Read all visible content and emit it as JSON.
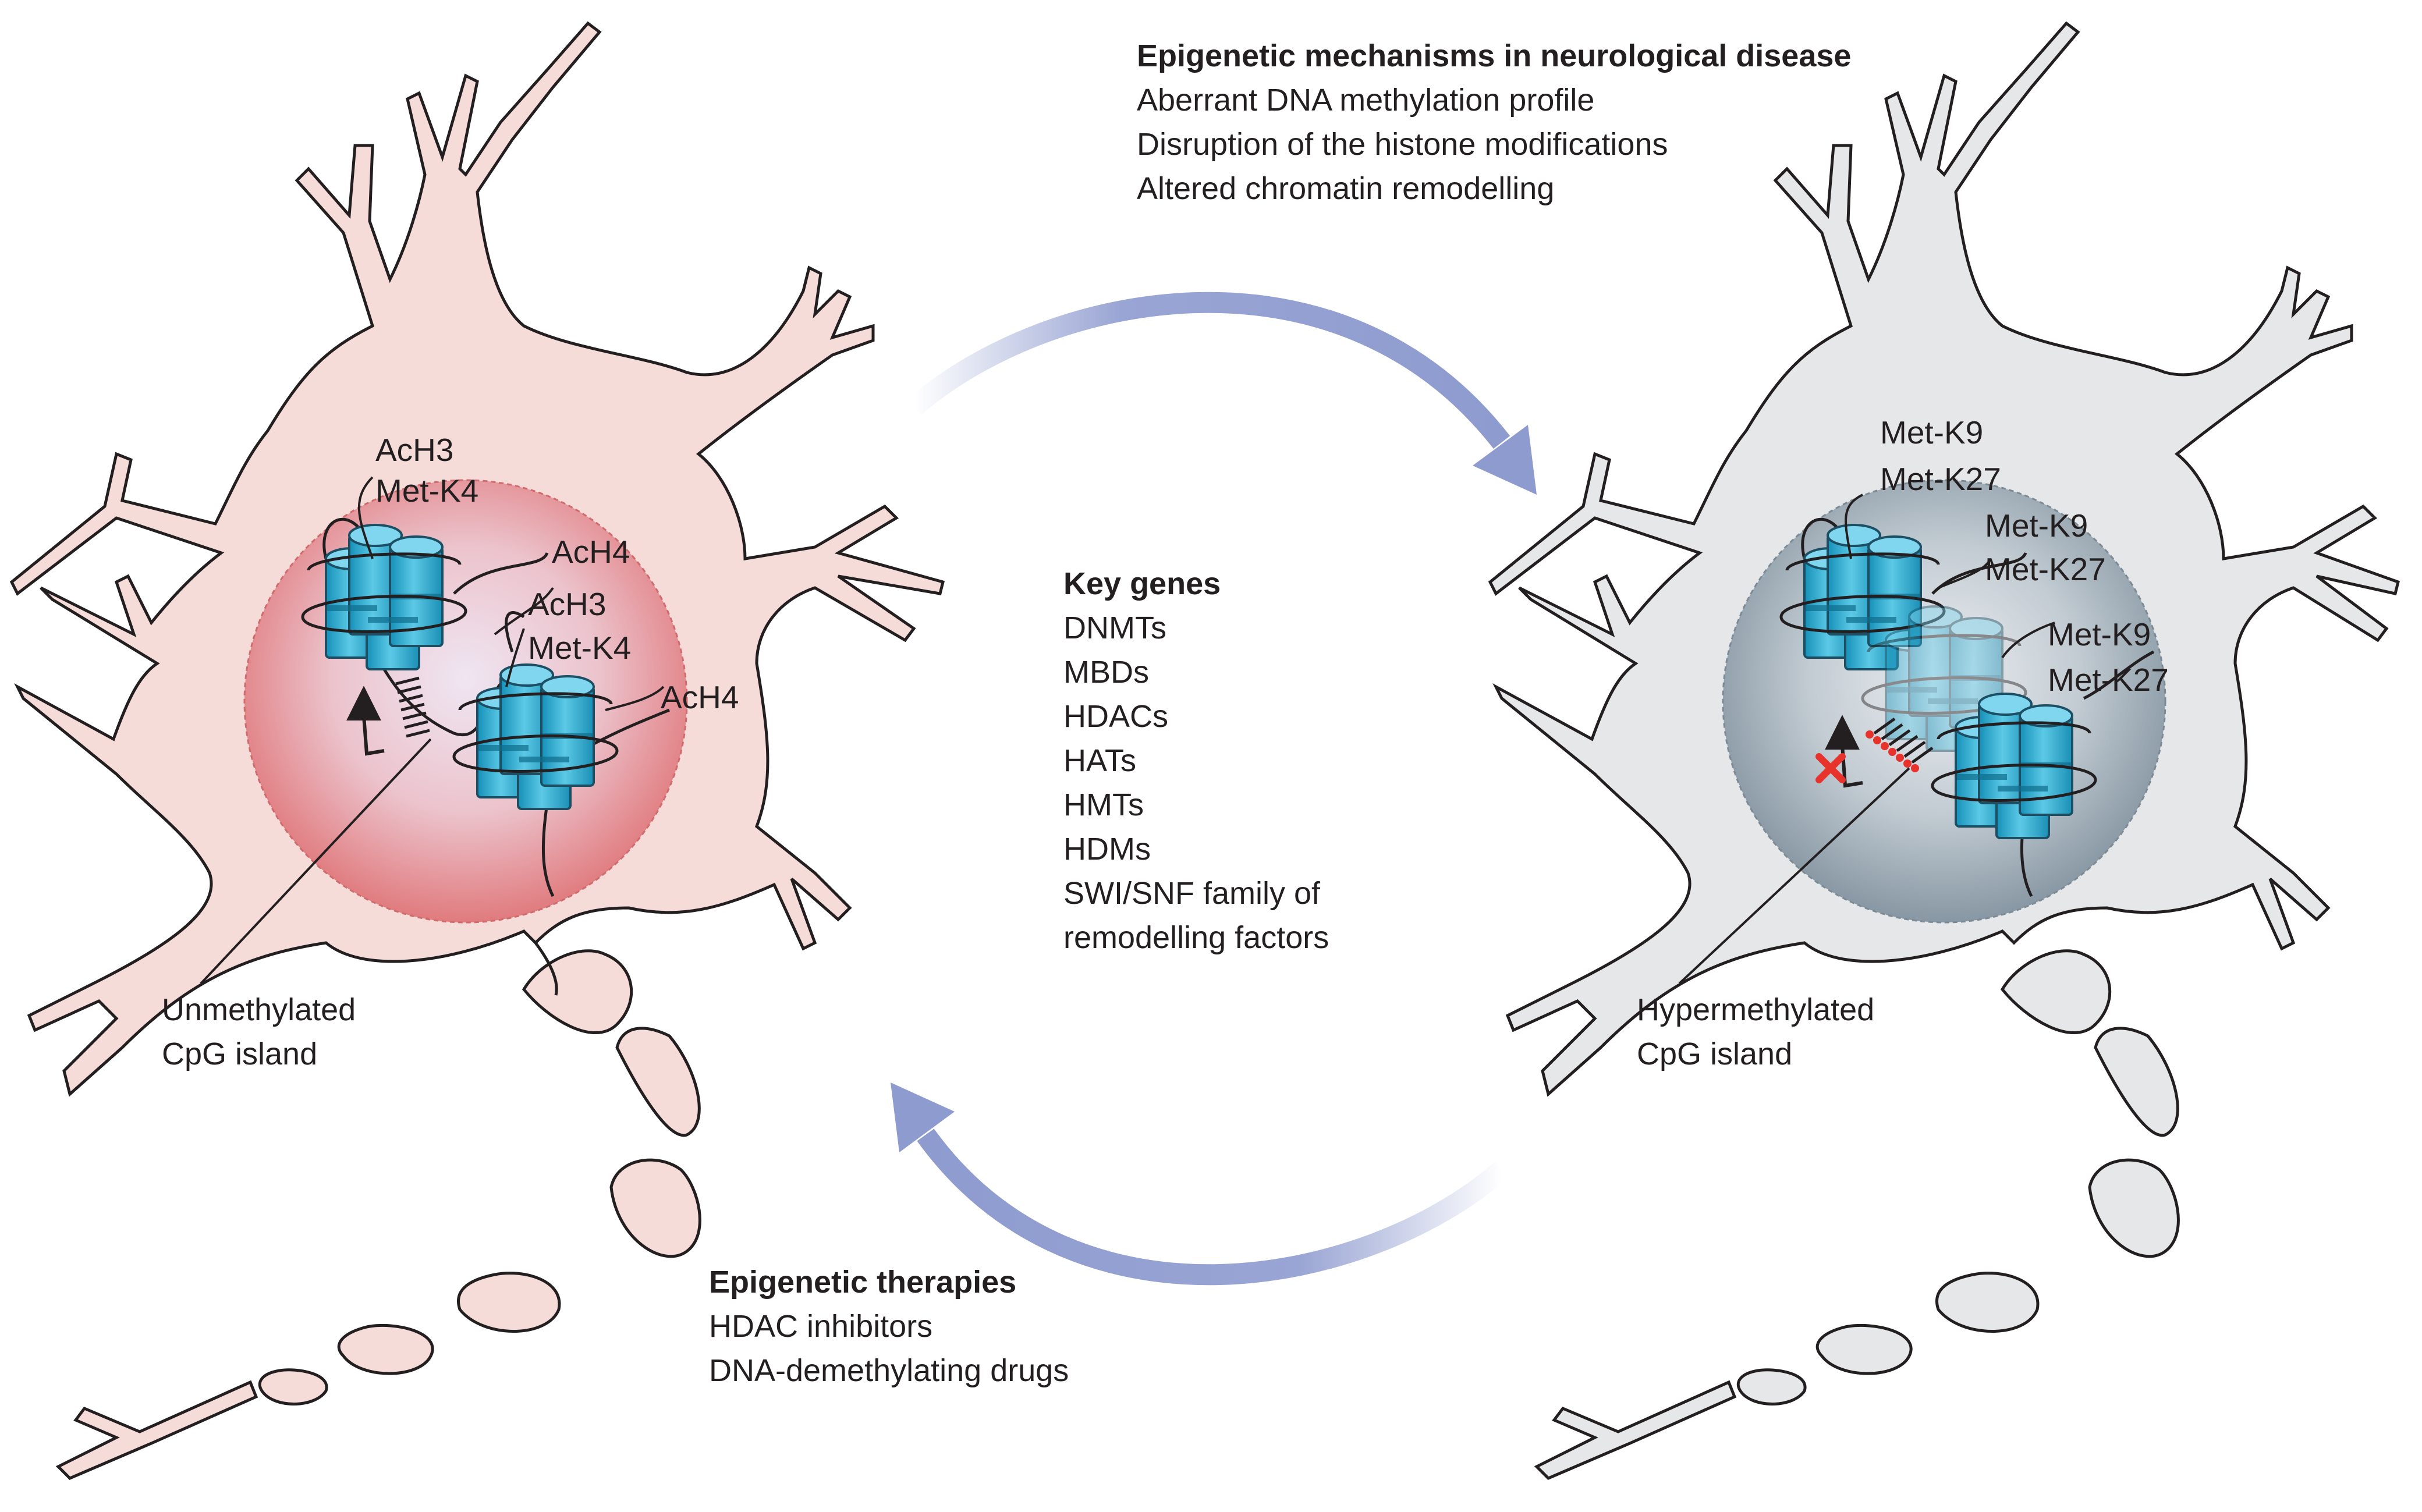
{
  "mechanisms": {
    "title": "Epigenetic mechanisms in neurological disease",
    "items": [
      "Aberrant DNA methylation profile",
      "Disruption of the histone modifications",
      "Altered chromatin remodelling"
    ]
  },
  "key_genes": {
    "title": "Key genes",
    "items": [
      "DNMTs",
      "MBDs",
      "HDACs",
      "HATs",
      "HMTs",
      "HDMs",
      "SWI/SNF family of",
      "remodelling factors"
    ]
  },
  "therapies": {
    "title": "Epigenetic therapies",
    "items": [
      "HDAC inhibitors",
      "DNA-demethylating drugs"
    ]
  },
  "healthy_neuron": {
    "marks_1": [
      "AcH3",
      "Met-K4"
    ],
    "mark_2": "AcH4",
    "marks_3": [
      "AcH3",
      "Met-K4"
    ],
    "mark_4": "AcH4",
    "cpg_label": [
      "Unmethylated",
      "CpG island"
    ]
  },
  "diseased_neuron": {
    "marks_1": [
      "Met-K9",
      "Met-K27"
    ],
    "marks_2": [
      "Met-K9",
      "Met-K27"
    ],
    "marks_3": [
      "Met-K9",
      "Met-K27"
    ],
    "cpg_label": [
      "Hypermethylated",
      "CpG island"
    ]
  },
  "colors": {
    "healthy_cell_fill": "#f5dcd8",
    "healthy_nucleus": "#e57f7f",
    "diseased_cell_fill": "#e6e7e8",
    "diseased_nucleus": "#8a9aa6",
    "histone": "#3eb6d6",
    "cycle_arrow": "#8e9bcf",
    "methyl_mark": "#e8322c"
  }
}
